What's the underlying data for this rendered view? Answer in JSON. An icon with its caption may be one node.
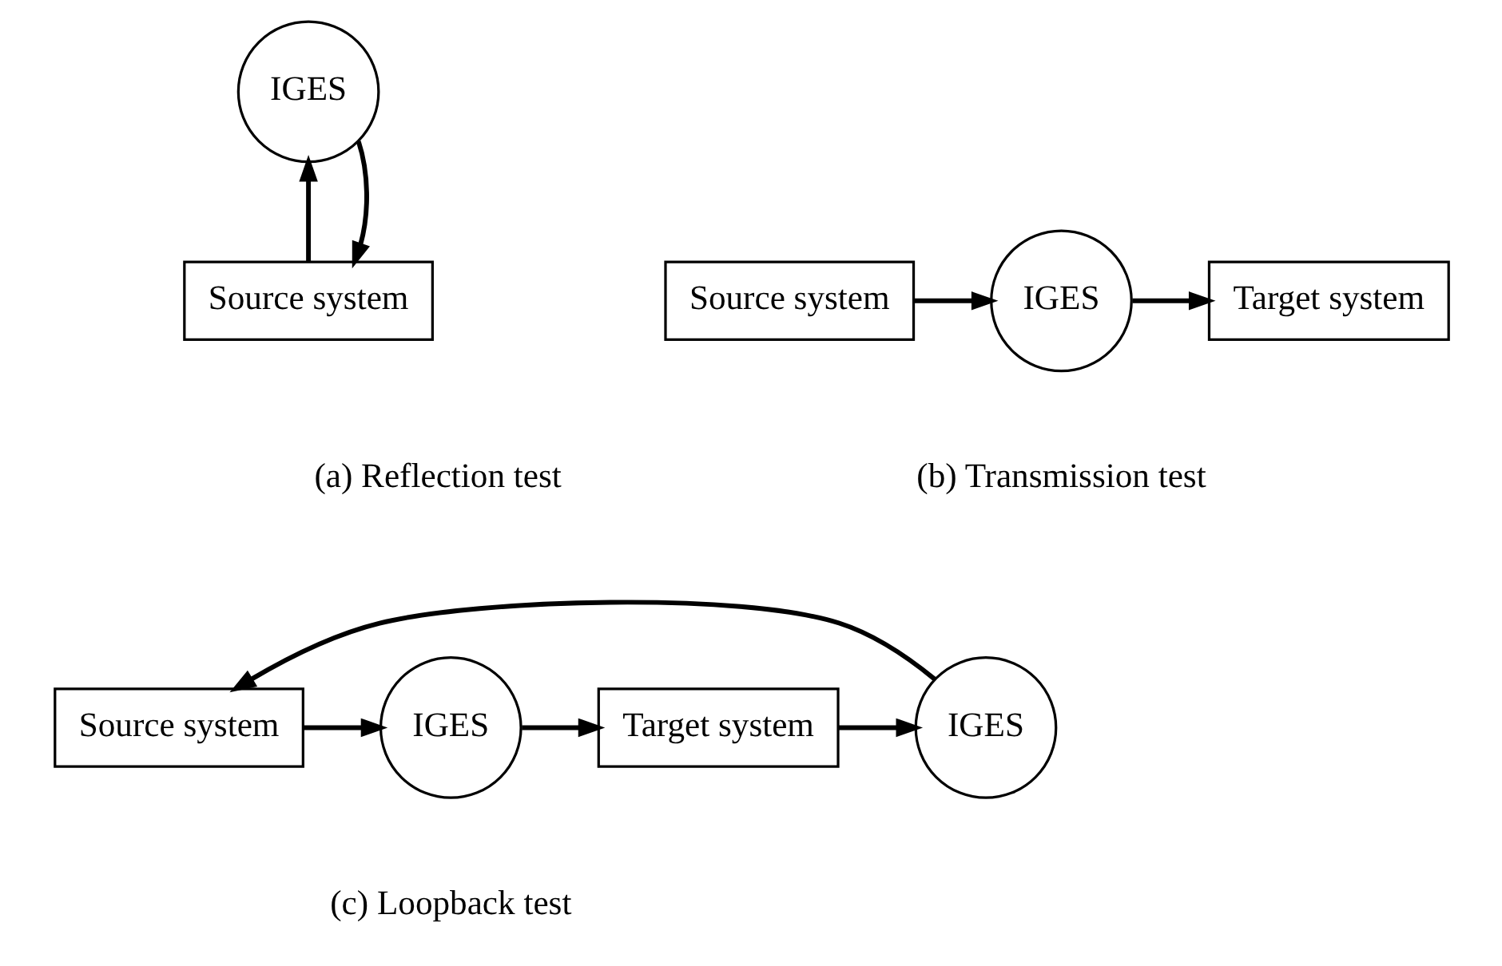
{
  "diagram": {
    "nodes": [
      {
        "text": [
          "IGES"
        ]
      },
      {
        "text": [
          "Source system"
        ]
      },
      {
        "text": [
          "Source system"
        ]
      },
      {
        "text": [
          "IGES"
        ]
      },
      {
        "text": [
          "Target system"
        ]
      },
      {
        "text": [
          "Source system"
        ]
      },
      {
        "text": [
          "IGES"
        ]
      },
      {
        "text": [
          "Target system"
        ]
      },
      {
        "text": [
          "IGES"
        ]
      }
    ],
    "edges": [
      {
        "from": 1,
        "to": 0,
        "arrow": "to"
      },
      {
        "from": 0,
        "to": 1,
        "arrow": "to"
      },
      {
        "from": 2,
        "to": 3,
        "arrow": "to"
      },
      {
        "from": 3,
        "to": 4,
        "arrow": "to"
      },
      {
        "from": 5,
        "to": 6,
        "arrow": "to"
      },
      {
        "from": 6,
        "to": 7,
        "arrow": "to"
      },
      {
        "from": 7,
        "to": 8,
        "arrow": "to"
      },
      {
        "from": 8,
        "to": 5,
        "arrow": "to"
      }
    ],
    "labels": [
      "(a) Reflection test",
      "(b) Transmission test",
      "(c) Loopback test"
    ]
  }
}
